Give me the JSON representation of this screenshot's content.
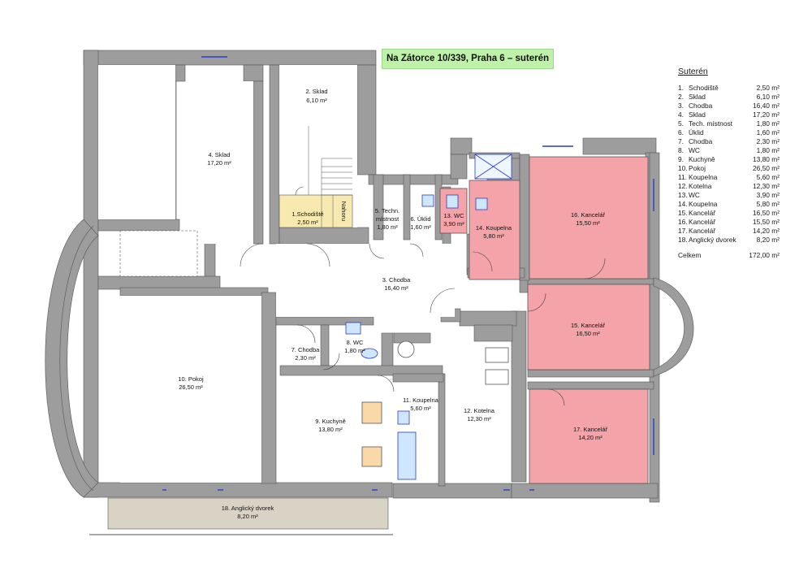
{
  "title": "Na Zátorce 10/339, Praha 6 – suterén",
  "legend": {
    "heading": "Suterén",
    "items": [
      {
        "num": "1.",
        "name": "Schodiště",
        "area": "2,50 m²"
      },
      {
        "num": "2.",
        "name": "Sklad",
        "area": "6,10 m²"
      },
      {
        "num": "3.",
        "name": "Chodba",
        "area": "16,40 m²"
      },
      {
        "num": "4.",
        "name": "Sklad",
        "area": "17,20 m²"
      },
      {
        "num": "5.",
        "name": "Tech. místnost",
        "area": "1,80 m²"
      },
      {
        "num": "6.",
        "name": "Úklid",
        "area": "1,60 m²"
      },
      {
        "num": "7.",
        "name": "Chodba",
        "area": "2,30 m²"
      },
      {
        "num": "8.",
        "name": "WC",
        "area": "1,80 m²"
      },
      {
        "num": "9.",
        "name": "Kuchyně",
        "area": "13,80 m²"
      },
      {
        "num": "10.",
        "name": "Pokoj",
        "area": "26,50 m²"
      },
      {
        "num": "11.",
        "name": "Koupelna",
        "area": "5,60 m²"
      },
      {
        "num": "12.",
        "name": "Kotelna",
        "area": "12,30 m²"
      },
      {
        "num": "13.",
        "name": "WC",
        "area": "3,90 m²"
      },
      {
        "num": "14.",
        "name": "Koupelna",
        "area": "5,80 m²"
      },
      {
        "num": "15.",
        "name": "Kancelář",
        "area": "16,50 m²"
      },
      {
        "num": "16.",
        "name": "Kancelář",
        "area": "15,50 m²"
      },
      {
        "num": "17.",
        "name": "Kancelář",
        "area": "14,20 m²"
      },
      {
        "num": "18.",
        "name": "Anglický dvorek",
        "area": "8,20 m²"
      }
    ],
    "total_label": "Celkem",
    "total_area": "172,00 m²"
  },
  "rooms": {
    "r1": {
      "name": "1.Schodiště",
      "area": "2,50 m²"
    },
    "r2": {
      "name": "2. Sklad",
      "area": "6,10 m²"
    },
    "r3": {
      "name": "3. Chodba",
      "area": "16,40 m²"
    },
    "r4": {
      "name": "4. Sklad",
      "area": "17,20 m²"
    },
    "r5": {
      "name1": "5. Techn.",
      "name2": "místnost",
      "area": "1,80 m²"
    },
    "r6": {
      "name": "6. Úklid",
      "area": "1,60 m²"
    },
    "r7": {
      "name": "7. Chodba",
      "area": "2,30 m²"
    },
    "r8": {
      "name": "8. WC",
      "area": "1,80 m²"
    },
    "r9": {
      "name": "9. Kuchyně",
      "area": "13,80 m²"
    },
    "r10": {
      "name": "10. Pokoj",
      "area": "26,50 m²"
    },
    "r11": {
      "name": "11. Koupelna",
      "area": "5,60 m²"
    },
    "r12": {
      "name": "12. Kotelna",
      "area": "12,30 m²"
    },
    "r13": {
      "name": "13. WC",
      "area": "3,90 m²"
    },
    "r14": {
      "name": "14. Koupelna",
      "area": "5,80 m²"
    },
    "r15": {
      "name": "15. Kancelář",
      "area": "16,50 m²"
    },
    "r16": {
      "name": "16. Kancelář",
      "area": "15,50 m²"
    },
    "r17": {
      "name": "17. Kancelář",
      "area": "14,20 m²"
    },
    "r18": {
      "name": "18. Anglický dvorek",
      "area": "8,20 m²"
    }
  },
  "stair_label": "Nahoru",
  "colors": {
    "wall": "#9d9d9d",
    "office": "#f4a3a8",
    "stair": "#f7e9b0",
    "courtyard": "#d9d3c6",
    "title_bg": "#bff2a8",
    "window": "#2a3cc7"
  }
}
